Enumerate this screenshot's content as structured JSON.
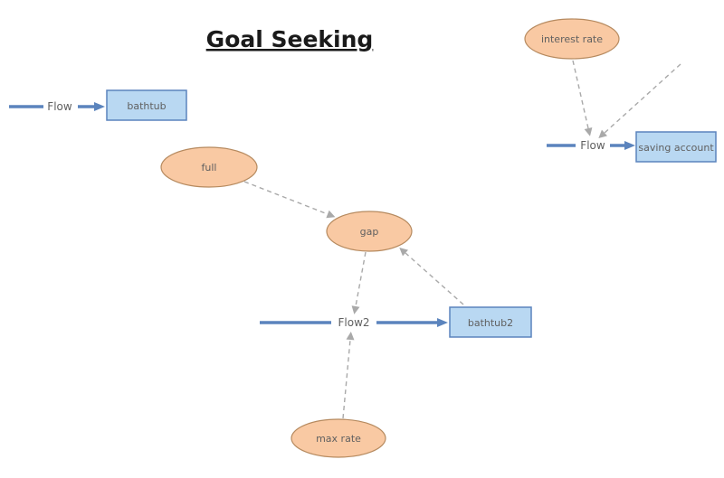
{
  "title": "Goal Seeking",
  "nodes": {
    "stocks": [
      {
        "label": "bathtub"
      },
      {
        "label": "saving account"
      },
      {
        "label": "bathtub2"
      }
    ],
    "flows": [
      {
        "label": "Flow",
        "into": "bathtub"
      },
      {
        "label": "Flow",
        "into": "saving account"
      },
      {
        "label": "Flow2",
        "into": "bathtub2"
      }
    ],
    "auxiliaries": [
      {
        "label": "interest rate"
      },
      {
        "label": "full"
      },
      {
        "label": "gap"
      },
      {
        "label": "max rate"
      }
    ]
  },
  "links": [
    {
      "from": "interest rate",
      "to": "Flow (saving account)"
    },
    {
      "from": "off-screen top-right",
      "to": "Flow (saving account)"
    },
    {
      "from": "full",
      "to": "gap"
    },
    {
      "from": "bathtub2",
      "to": "gap"
    },
    {
      "from": "gap",
      "to": "Flow2"
    },
    {
      "from": "max rate",
      "to": "Flow2"
    }
  ],
  "colors": {
    "flow_color": "#5b84bd",
    "stock_fill": "#b9d8f2",
    "stock_border": "#5b84bd",
    "aux_fill": "#f9c9a3",
    "aux_border": "#b68a5f",
    "link_color": "#a9a9a9",
    "text_color": "#606060"
  }
}
